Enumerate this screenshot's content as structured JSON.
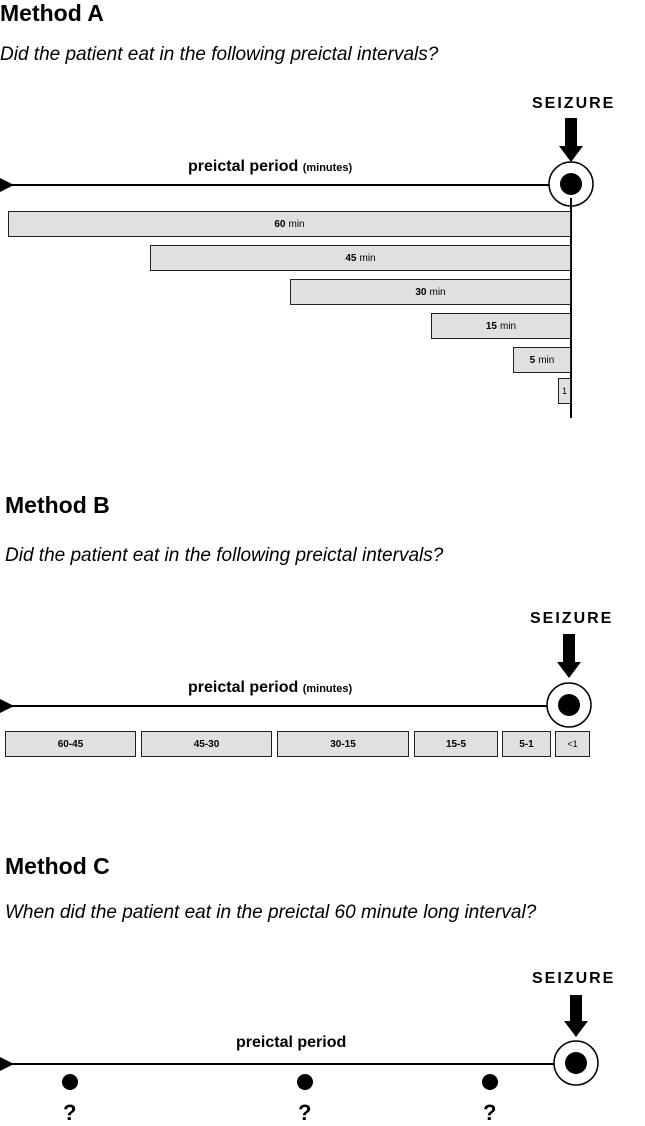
{
  "methodA": {
    "title": "Method A",
    "question": "Did the patient eat in the following preictal intervals?",
    "seizure": "SEIZURE",
    "period_label": "preictal period",
    "period_unit": "(minutes)",
    "bars": [
      {
        "value": "60",
        "unit": "min"
      },
      {
        "value": "45",
        "unit": "min"
      },
      {
        "value": "30",
        "unit": "min"
      },
      {
        "value": "15",
        "unit": "min"
      },
      {
        "value": "5",
        "unit": "min"
      },
      {
        "value": "1",
        "unit": ""
      }
    ]
  },
  "methodB": {
    "title": "Method B",
    "question": "Did the patient eat in the following preictal intervals?",
    "seizure": "SEIZURE",
    "period_label": "preictal period",
    "period_unit": "(minutes)",
    "intervals": [
      "60-45",
      "45-30",
      "30-15",
      "15-5",
      "5-1",
      "<1"
    ]
  },
  "methodC": {
    "title": "Method C",
    "question": "When did the patient eat in the preictal 60 minute long interval?",
    "seizure": "SEIZURE",
    "period_label": "preictal period",
    "markers": [
      "?",
      "?",
      "?"
    ]
  }
}
